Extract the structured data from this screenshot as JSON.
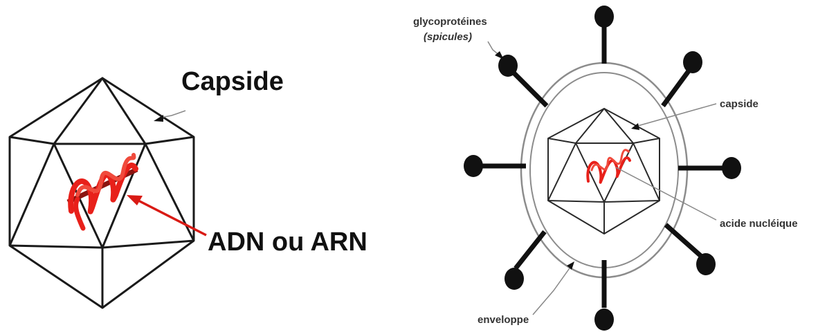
{
  "left_diagram": {
    "capsid_label": "Capside",
    "genome_label": "ADN ou ARN"
  },
  "right_diagram": {
    "spike_label_line1": "glycoprotéines",
    "spike_label_line2": "(spicules)",
    "capsid_label": "capside",
    "nucleic_acid_label": "acide nucléique",
    "envelope_label": "enveloppe"
  },
  "colors": {
    "genome": "#e8201a",
    "arrow": "#d91a14",
    "outline": "#1a1a1a",
    "envelope": "#8c8c8c"
  }
}
